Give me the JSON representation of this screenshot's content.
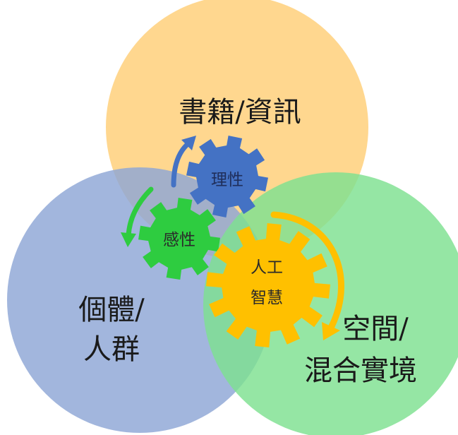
{
  "circles": {
    "top": {
      "label": "書籍/資訊",
      "color": "#FFD27F"
    },
    "left": {
      "lines": [
        "個體/",
        "人群"
      ],
      "color": "#9EB3DA"
    },
    "right": {
      "lines": [
        "空間/",
        "混合實境"
      ],
      "color": "#8FE59E"
    }
  },
  "gears": {
    "rational": {
      "label": "理性",
      "color": "#4472C4"
    },
    "perceptual": {
      "label": "感性",
      "color": "#2ECC40"
    },
    "ai": {
      "lines": [
        "人工",
        "智慧"
      ],
      "color": "#FFC000"
    }
  },
  "arrows": {
    "blue": {
      "color": "#4472C4"
    },
    "green": {
      "color": "#2ECC40"
    },
    "gold": {
      "color": "#FFC000"
    }
  }
}
